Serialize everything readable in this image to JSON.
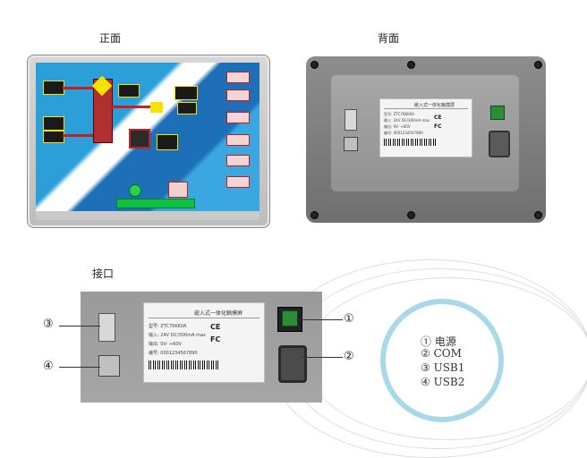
{
  "sections": {
    "front_title": "正面",
    "back_title": "背面",
    "interface_title": "接口"
  },
  "front_screen": {
    "status_text": "■■■■■■"
  },
  "back_label": {
    "title": "嵌入式一体化触摸屏",
    "lines": [
      "型号: ZTC70KK0A",
      "输入: 24V DC/300mA max",
      "输出: 0V-  +60V",
      "编号: 0001234567890"
    ],
    "mark_ce": "CE",
    "mark_fc": "FC"
  },
  "callouts": {
    "c1": "①",
    "c2": "②",
    "c3": "③",
    "c4": "④"
  },
  "legend": [
    {
      "num": "①",
      "text": "电源"
    },
    {
      "num": "②",
      "text": "COM"
    },
    {
      "num": "③",
      "text": "USB1"
    },
    {
      "num": "④",
      "text": "USB2"
    }
  ],
  "colors": {
    "ring": "#a8d8ea",
    "panel_gray": "#7d7d7d",
    "screen_blue": "#2c9fd9"
  }
}
